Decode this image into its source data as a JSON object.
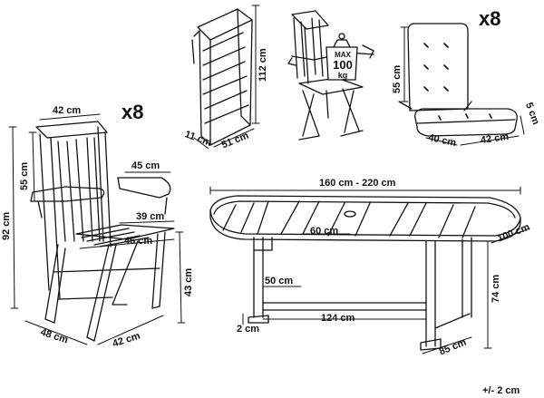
{
  "multipliers": {
    "chairs": "x8",
    "cushions": "x8"
  },
  "load_label": {
    "max": "MAX",
    "value": "100",
    "unit": "kg"
  },
  "dimensions": {
    "folded_chair_height": "112 cm",
    "folded_chair_depth": "11 cm",
    "folded_chair_width": "51 cm",
    "chair_top_width": "42 cm",
    "chair_back_height": "55 cm",
    "chair_total_height": "92 cm",
    "armrest_length": "45 cm",
    "seat_depth": "39 cm",
    "seat_width": "46 cm",
    "seat_height": "43 cm",
    "chair_depth": "48 cm",
    "chair_width": "42 cm",
    "cushion_height": "55 cm",
    "cushion_thickness": "5 cm",
    "cushion_depth": "40 cm",
    "cushion_width": "42 cm",
    "table_length": "160 cm - 220 cm",
    "table_leaf": "60 cm",
    "table_width": "100 cm",
    "table_height": "74 cm",
    "leg_spacing": "50 cm",
    "stretcher_length": "124 cm",
    "foot_size": "2 cm",
    "base_depth": "85 cm"
  },
  "tolerance": "+/- 2 cm"
}
